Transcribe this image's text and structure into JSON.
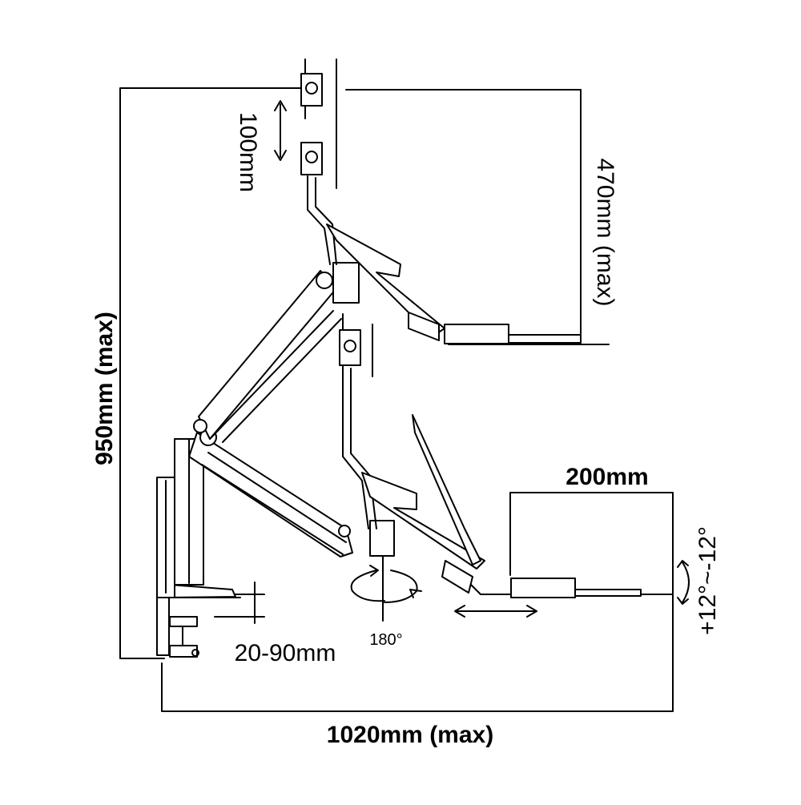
{
  "labels": {
    "total_height": "950mm (max)",
    "vertical_travel": "100mm",
    "upper_height": "470mm (max)",
    "tray_depth": "200mm",
    "tilt_range": "+12°~-12°",
    "rotation": "180°",
    "clamp_range": "20-90mm",
    "total_reach": "1020mm (max)"
  },
  "colors": {
    "line": "#000000",
    "background": "#ffffff"
  }
}
